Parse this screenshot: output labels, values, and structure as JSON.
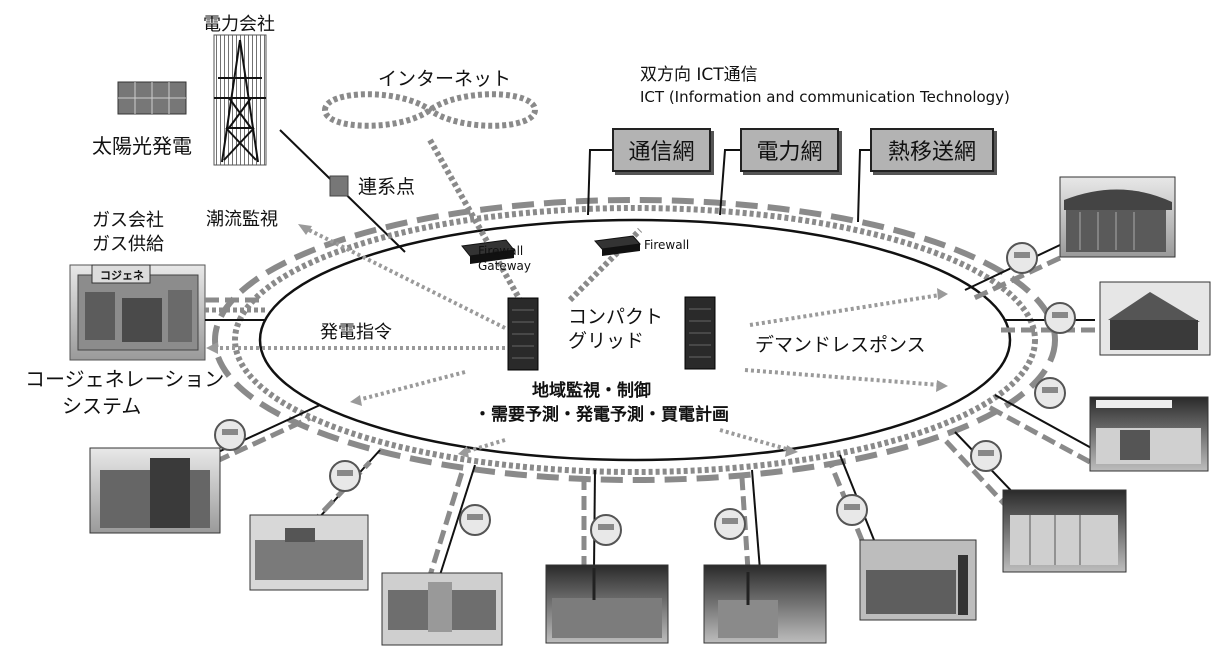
{
  "labels": {
    "power_company": "電力会社",
    "solar": "太陽光発電",
    "internet": "インターネット",
    "bidirectional_ict": "双方向 ICT通信",
    "ict_definition": "ICT (Information and communication Technology)",
    "grid_connection": "連系点",
    "gas_company": "ガス会社",
    "gas_supply": "ガス供給",
    "flow_monitoring": "潮流監視",
    "firewall_gateway_1": "Firewall",
    "firewall_gateway_2": "Gateway",
    "firewall": "Firewall",
    "cogene_plate": "コジェネ",
    "power_command": "発電指令",
    "compact_grid_1": "コンパクト",
    "compact_grid_2": "グリッド",
    "demand_response": "デマンドレスポンス",
    "cogen_system_1": "コージェネレーション",
    "cogen_system_2": "システム",
    "regional_control": "地域監視・制御",
    "forecast_plan": "・需要予測・発電予測・買電計画"
  },
  "networks": {
    "communication": "通信網",
    "power": "電力網",
    "heat": "熱移送網"
  },
  "colors": {
    "network_box_fill": "#b3b3b3",
    "dash_line": "#8a8a8a",
    "arrow": "#9a9a9a",
    "ring": "#111111"
  }
}
